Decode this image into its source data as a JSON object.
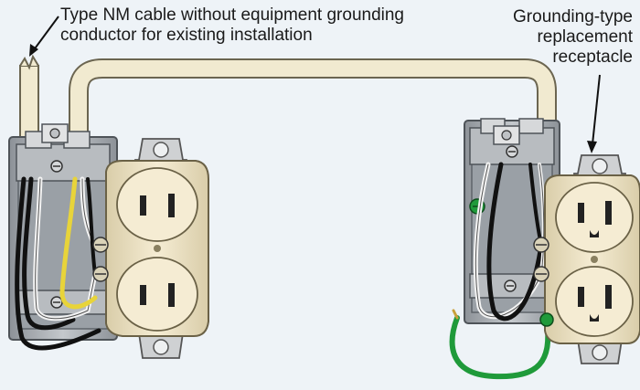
{
  "labels": {
    "left": {
      "line1": "Type NM cable without equipment grounding",
      "line2": "conductor for existing installation"
    },
    "right": {
      "line1": "Grounding-type",
      "line2": "replacement",
      "line3": "receptacle"
    }
  },
  "colors": {
    "background": "#eef3f7",
    "cable_sheath": "#f1ead0",
    "cable_outline": "#6b6550",
    "box_metal": "#a9adb2",
    "box_dark": "#6d7278",
    "receptacle_body": "#efe4c6",
    "receptacle_yoke": "#cfd1d3",
    "wire_black": "#111111",
    "wire_white": "#f4f4f4",
    "wire_ground_green": "#1f9a3a",
    "wire_yellow": "#e8d43a"
  },
  "icons": {
    "pointer_left": "arrow-pointer",
    "pointer_right": "arrow-pointer"
  }
}
